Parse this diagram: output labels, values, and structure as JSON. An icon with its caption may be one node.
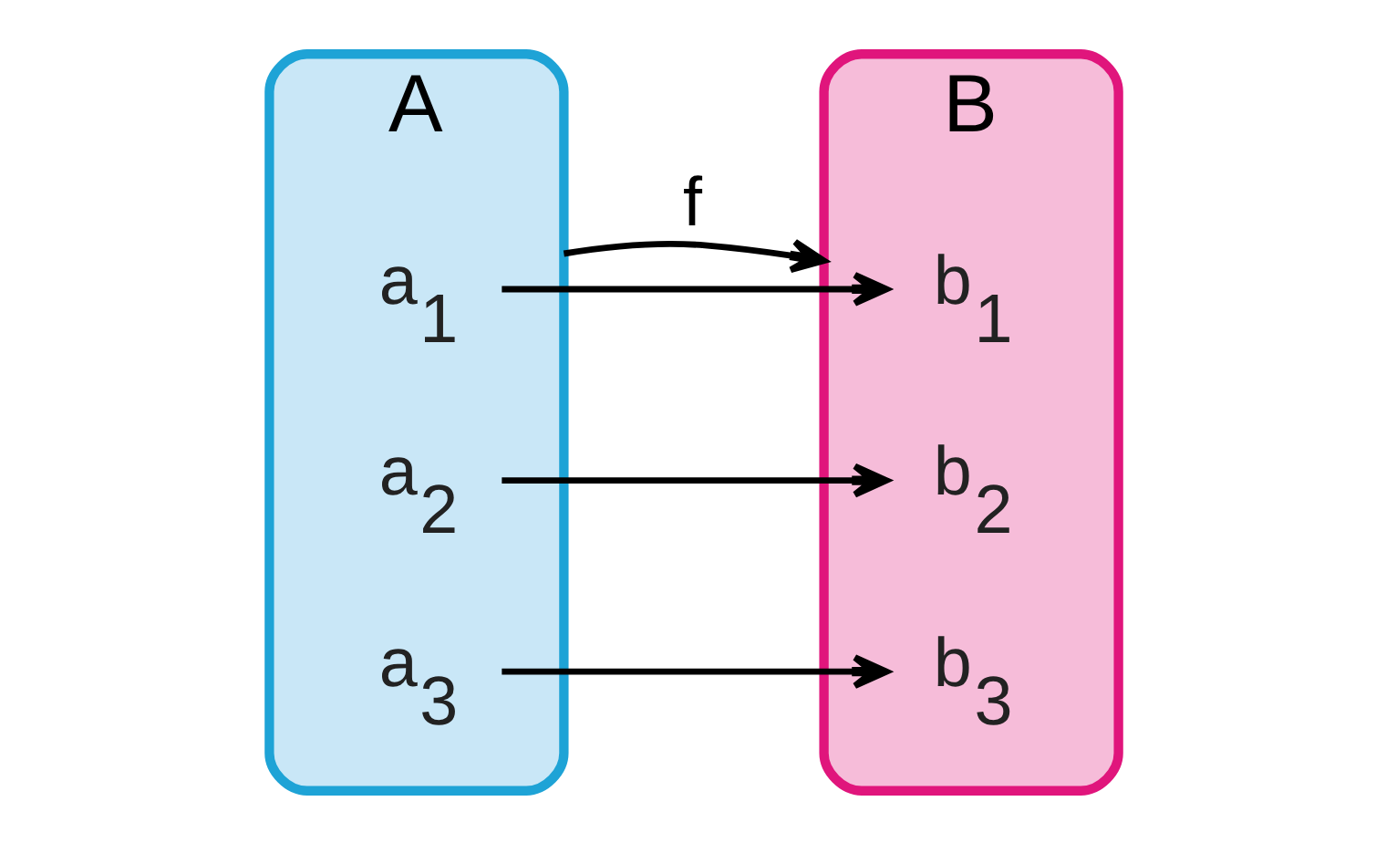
{
  "diagram": {
    "nodes": [
      {
        "text": [
          "A"
        ]
      },
      {
        "text": [
          "a$_{1}$"
        ],
        "in": 0
      },
      {
        "text": [
          "a$_{2}$"
        ],
        "in": 0
      },
      {
        "text": [
          "a$_{3}$"
        ],
        "in": 0
      },
      {
        "text": [
          "B"
        ]
      },
      {
        "text": [
          "b$_{1}$"
        ],
        "in": 4
      },
      {
        "text": [
          "b$_{2}$"
        ],
        "in": 4
      },
      {
        "text": [
          "b$_{3}$"
        ],
        "in": 4
      }
    ],
    "edges": [
      {
        "from": 0,
        "to": 4,
        "arrow": "to",
        "label": "f"
      },
      {
        "from": 1,
        "to": 5,
        "arrow": "to"
      },
      {
        "from": 2,
        "to": 6,
        "arrow": "to"
      },
      {
        "from": 3,
        "to": 7,
        "arrow": "to"
      }
    ]
  }
}
